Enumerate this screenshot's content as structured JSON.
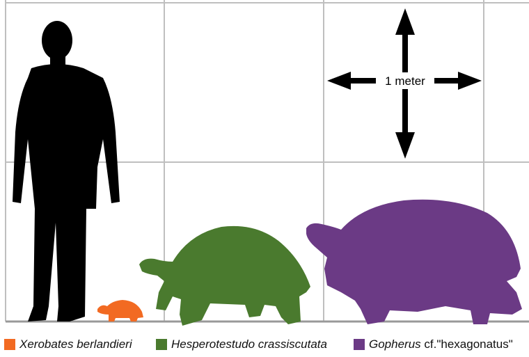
{
  "scale_bar": {
    "label": "1 meter"
  },
  "colors": {
    "human": "#000000",
    "xerobates": "#f26a22",
    "hesperotestudo": "#4a7a2e",
    "gopherus": "#6b3a85",
    "grid": "#bfbfbf",
    "ground": "#999999"
  },
  "legend": [
    {
      "id": "xerobates",
      "genus": "Xerobates",
      "species": " berlandieri",
      "extra": "",
      "color": "#f26a22"
    },
    {
      "id": "hesperotestudo",
      "genus": "Hesperotestudo",
      "species": " crassiscutata",
      "extra": "",
      "color": "#4a7a2e"
    },
    {
      "id": "gopherus",
      "genus": "Gopherus",
      "species": "",
      "extra": " cf.\"hexagonatus\"",
      "color": "#6b3a85"
    }
  ]
}
